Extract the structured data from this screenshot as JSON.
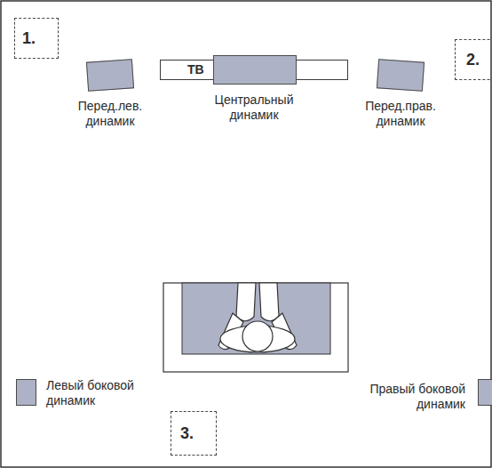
{
  "diagram": {
    "nodes": [
      {
        "text": [
          "1."
        ]
      },
      {
        "text": [
          "2."
        ]
      },
      {
        "text": [
          "Перед.лев. динамик"
        ]
      },
      {
        "text": [
          "ТВ"
        ]
      },
      {
        "text": [
          "Центральный динамик"
        ],
        "in": 3
      },
      {
        "text": [
          "Перед.прав. динамик"
        ]
      },
      {
        "text": [
          "Левый боковой динамик"
        ]
      },
      {
        "text": [
          "Правый боковой динамик"
        ]
      },
      {
        "text": [
          "3."
        ]
      }
    ]
  }
}
